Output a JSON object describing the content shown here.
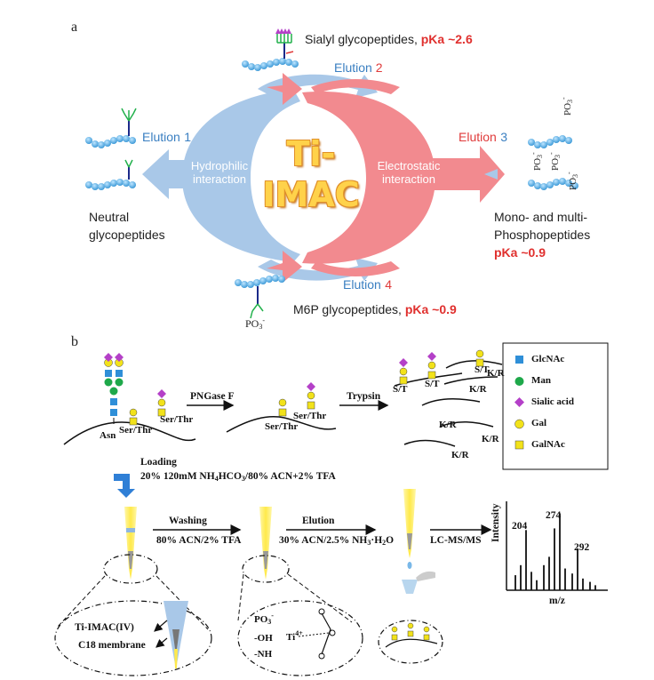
{
  "panel_a": {
    "label": "a",
    "center_line1": "Ti-",
    "center_line2": "IMAC",
    "hydrophilic_line1": "Hydrophilic",
    "hydrophilic_line2": "interaction",
    "electrostatic_line1": "Electrostatic",
    "electrostatic_line2": "interaction",
    "elution_word": "Elution",
    "elution1_num": "1",
    "elution2_num": "2",
    "elution3_num": "3",
    "elution4_num": "4",
    "sialyl_text": "Sialyl glycopeptides, ",
    "sialyl_pka": "pKa ~2.6",
    "neutral_line1": "Neutral",
    "neutral_line2": "glycopeptides",
    "phospho_line1": "Mono- and multi-",
    "phospho_line2": "Phosphopeptides",
    "phospho_pka": "pKa ~0.9",
    "m6p_text": "M6P glycopeptides, ",
    "m6p_pka": "pKa ~0.9",
    "po3": "PO",
    "po3_sub": "3",
    "po3_sup": "-"
  },
  "panel_b": {
    "label": "b",
    "asn": "Asn",
    "ser_thr": "Ser/Thr",
    "st": "S/T",
    "kr": "K/R",
    "pngase": "PNGase F",
    "trypsin": "Trypsin",
    "legend": [
      "GlcNAc",
      "Man",
      "Sialic acid",
      "Gal",
      "GalNAc"
    ],
    "loading_title": "Loading",
    "loading_buffer": "20% 120mM NH",
    "loading_buffer_2": "HCO",
    "loading_buffer_3": "/80% ACN+2% TFA",
    "washing_title": "Washing",
    "washing_buffer": "80% ACN/2% TFA",
    "elution_title": "Elution",
    "elution_buffer": "30% ACN/2.5% NH",
    "elution_buffer_2": "·H",
    "elution_buffer_3": "O",
    "lcms": "LC-MS/MS",
    "tip_label1": "Ti-IMAC(IV)",
    "tip_label2": "C18 membrane",
    "groups": [
      "PO",
      "-OH",
      "-NH"
    ],
    "ti": "Ti",
    "ti_sup": "4+",
    "sub4": "4",
    "sub3": "3",
    "sub2": "2"
  },
  "chart_data": {
    "type": "bar",
    "xlabel": "m/z",
    "ylabel": "Intensity",
    "peak_labels": [
      "204",
      "274",
      "292"
    ]
  },
  "colors": {
    "blue_arrow": "#a9c8e8",
    "red_arrow": "#f28a8f",
    "glcnac": "#2f8fd8",
    "man": "#1ea84a",
    "sialic": "#b440c8",
    "gal": "#f2e21a",
    "galnac": "#f2e21a",
    "peptide_bead": "#5fb6e8",
    "glycan_green": "#22b14c",
    "pka_red": "#e0302e"
  }
}
